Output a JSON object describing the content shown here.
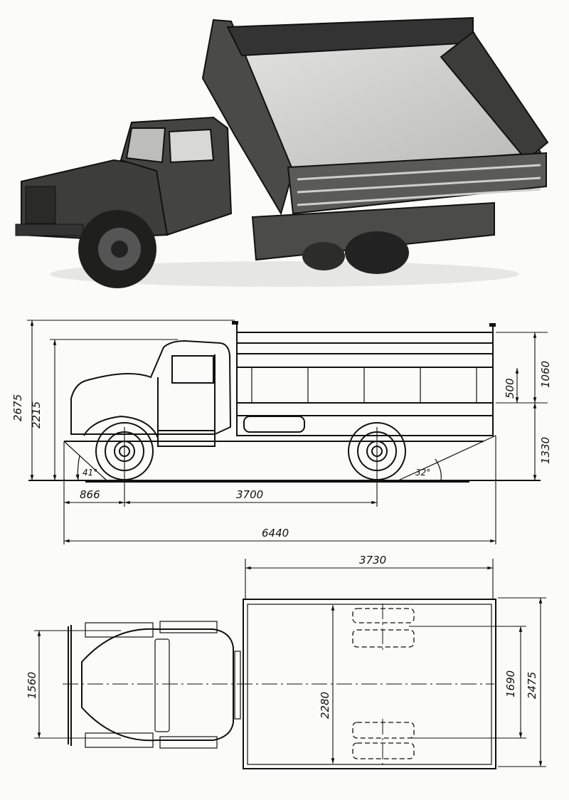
{
  "side_view": {
    "overall_height": "2675",
    "cab_height": "2215",
    "side_board_height": "500",
    "body_height": "1060",
    "platform_height": "1330",
    "approach_angle": "41°",
    "departure_angle": "32°",
    "front_overhang": "866",
    "wheelbase": "3700",
    "overall_length": "6440"
  },
  "top_view": {
    "body_length": "3730",
    "front_track": "1560",
    "body_inner_width": "2280",
    "rear_track": "1690",
    "overall_width": "2475"
  }
}
